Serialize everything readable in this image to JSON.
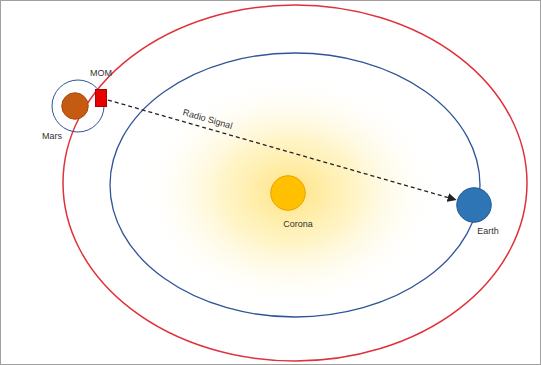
{
  "diagram": {
    "nodes": [
      {
        "text": [
          "MOM"
        ]
      },
      {
        "text": [
          "Mars"
        ]
      },
      {
        "text": [
          "Corona"
        ]
      },
      {
        "text": [
          "Earth"
        ]
      }
    ],
    "edges": [
      {
        "from": 0,
        "to": 3,
        "label": "Radio Signal",
        "arrow": "to"
      }
    ]
  }
}
